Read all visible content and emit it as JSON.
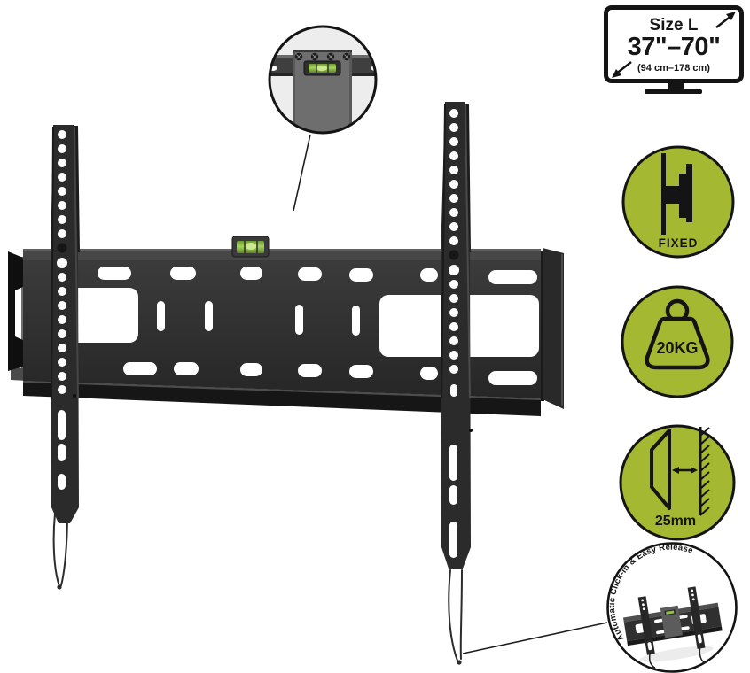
{
  "tv_size": {
    "title": "Size L",
    "range_inches": "37\"–70\"",
    "range_cm": "(94 cm–178 cm)",
    "icon": "tv-outline-icon"
  },
  "badges": {
    "fixed": {
      "label": "FIXED",
      "icon": "fixed-mount-profile-icon"
    },
    "weight": {
      "label": "20KG",
      "icon": "kettlebell-weight-icon"
    },
    "distance": {
      "label": "25mm",
      "icon": "slim-wall-distance-icon"
    }
  },
  "insets": {
    "level": {
      "icon": "spirit-level-closeup"
    },
    "click_in": {
      "caption": "Automatic Click-in & Easy Release",
      "icon": "mount-thumbnail"
    }
  },
  "colors": {
    "badge_green": "#a4b832",
    "outline": "#141414",
    "mount_dark": "#2e2e2e",
    "level_green": "#84b840"
  }
}
